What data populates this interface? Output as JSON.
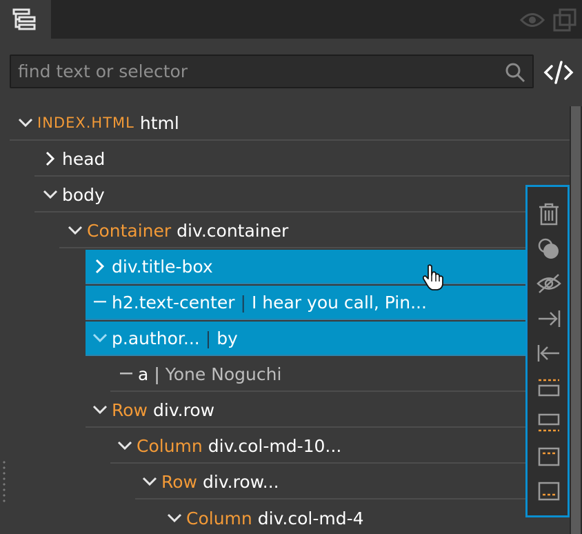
{
  "top": {
    "active_tab_icon": "layers-tree-icon",
    "right_icons": [
      "eye-icon",
      "duplicate-windows-icon"
    ]
  },
  "search": {
    "placeholder": "find text or selector",
    "value": ""
  },
  "tree": {
    "root": {
      "label": "INDEX.HTML",
      "name": "html",
      "state": "expanded"
    },
    "rows": [
      {
        "name": "head",
        "state": "collapsed"
      },
      {
        "name": "body",
        "state": "expanded"
      },
      {
        "label": "Container",
        "name": "div.container",
        "state": "expanded"
      },
      {
        "name": "div.title-box",
        "state": "collapsed",
        "selected": true
      },
      {
        "name": "h2.text-center",
        "sep": "|",
        "text": "I hear you call, Pin...",
        "state": "leaf",
        "selected": true
      },
      {
        "name": "p.author...",
        "sep": "|",
        "text": "by",
        "state": "expanded",
        "selected": true
      },
      {
        "name": "a",
        "sep": "|",
        "text": "Yone Noguchi",
        "state": "leaf"
      },
      {
        "label": "Row",
        "name": "div.row",
        "state": "expanded"
      },
      {
        "label": "Column",
        "name": "div.col-md-10...",
        "state": "expanded"
      },
      {
        "label": "Row",
        "name": "div.row...",
        "state": "expanded"
      },
      {
        "label": "Column",
        "name": "div.col-md-4",
        "state": "expanded"
      }
    ]
  },
  "toolbar": {
    "accent": "#0a8fd0",
    "tools": [
      "trash-icon",
      "duplicate-circles-icon",
      "hide-eye-icon",
      "indent-right-icon",
      "outdent-left-icon",
      "insert-above-icon",
      "insert-below-icon",
      "insert-inside-top-icon",
      "insert-inside-bottom-icon"
    ]
  },
  "colors": {
    "selection": "#0493c6",
    "component_label": "#f39a37",
    "panel_bg": "#3a3a3a"
  }
}
